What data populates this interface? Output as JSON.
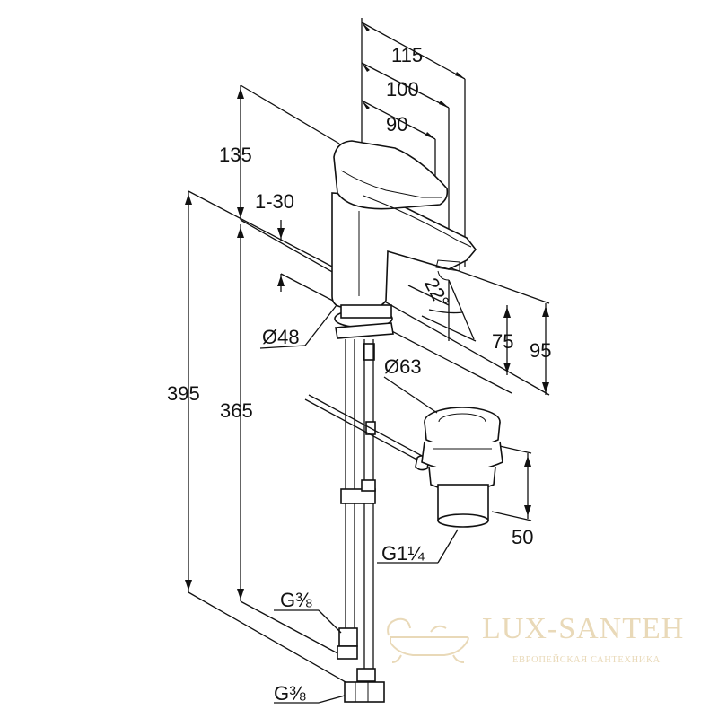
{
  "dimensions": {
    "d115": "115",
    "d100": "100",
    "d90": "90",
    "d135": "135",
    "d1_30": "1-30",
    "dia48": "Ø48",
    "d395": "395",
    "d365": "365",
    "d22deg": "22°",
    "d75": "75",
    "d95": "95",
    "dia63": "Ø63",
    "d50": "50",
    "thread_g1_1_4": "G1¼",
    "thread_g3_8_upper": "G⅜",
    "thread_g3_8_lower": "G⅜"
  },
  "watermark": {
    "brand": "LUX-SANTEH",
    "tagline": "ЕВРОПЕЙСКАЯ САНТЕХНИКА",
    "color": "#e9d9b8"
  }
}
